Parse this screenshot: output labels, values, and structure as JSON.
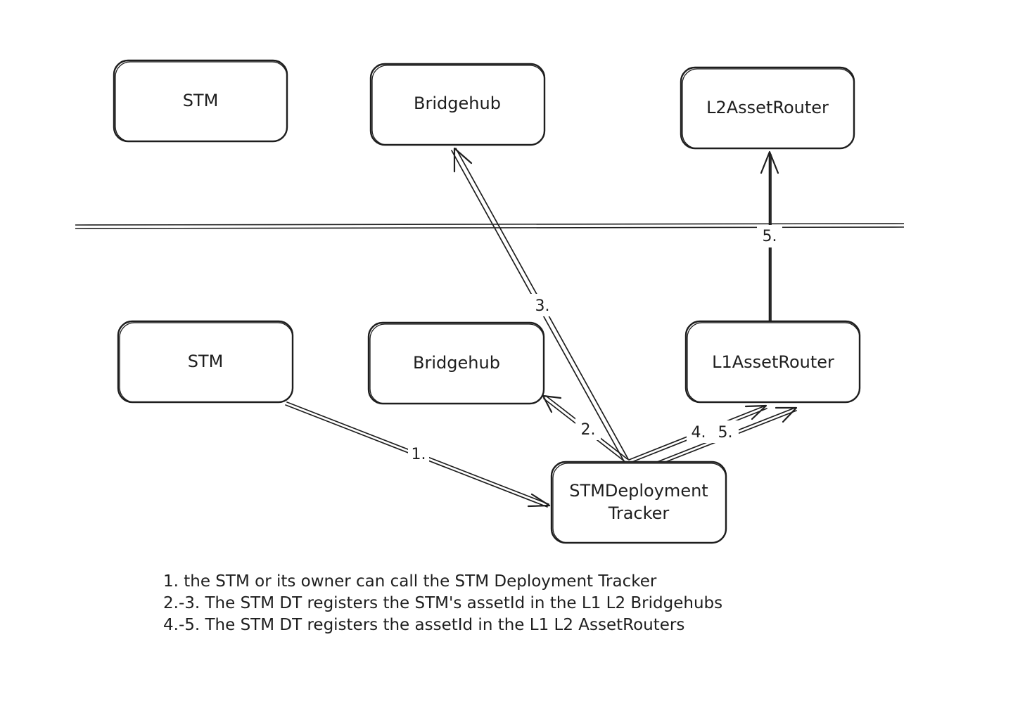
{
  "layers": {
    "l2": {
      "stm": "STM",
      "bridgehub": "Bridgehub",
      "asset_router": "L2AssetRouter"
    },
    "l1": {
      "stm": "STM",
      "bridgehub": "Bridgehub",
      "asset_router": "L1AssetRouter",
      "deployment_tracker": [
        "STMDeployment",
        "Tracker"
      ]
    }
  },
  "edges": {
    "step1": "1.",
    "step2": "2.",
    "step3": "3.",
    "step4": "4.",
    "step5_l1": "5.",
    "step5_l2": "5."
  },
  "notes": [
    "1. the STM or its owner can call the STM Deployment Tracker",
    "2.-3. The STM DT registers the STM's assetId in the L1 L2 Bridgehubs",
    "4.-5. The STM DT registers the assetId in the L1 L2 AssetRouters"
  ]
}
